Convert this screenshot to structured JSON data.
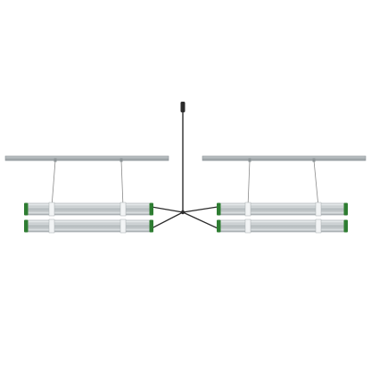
{
  "scene": {
    "title": "",
    "colors": {
      "background": "#ffffff",
      "rail": "#a9b0b3",
      "rail_dark": "#8c9396",
      "tube_light": "#dfe3e5",
      "tube_mid": "#c6cbce",
      "tube_dark": "#9aa1a4",
      "end_cap": "#2e7d32",
      "cable": "#2b2b2b",
      "wire": "#8a8a8a",
      "clip": "#f2f4f5"
    },
    "icons": [
      "hanging-bracket-left",
      "hanging-bracket-right",
      "power-cable",
      "light-fixture"
    ]
  }
}
